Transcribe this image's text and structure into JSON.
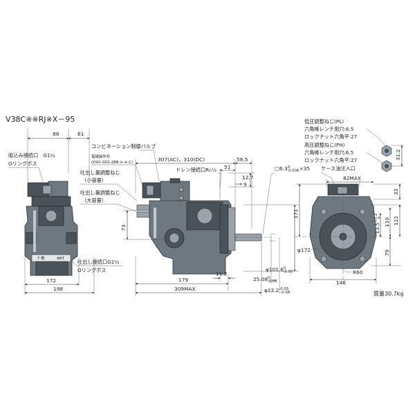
{
  "model": "V38C※※RJ※X－95",
  "weight": "質量30.7kg",
  "left_view": {
    "suction_port": "吸込み接続口　G1¼",
    "suction_oring": "Oリングボス",
    "discharge_port": "吐出し接続口G1¼",
    "discharge_oring": "Oリングボス",
    "plate_labels": [
      "T 側",
      "Φ6T"
    ],
    "dims": {
      "top_left": "88",
      "top_right": "61",
      "inner_width": "172",
      "outer_width": "198"
    }
  },
  "side_view": {
    "comp_valve": "コンビネーション制御バルブ",
    "solenoid": "電磁操作弁",
    "solenoid_model": "(KSO-G02-2BB-※-※-C)",
    "drain": "ドレン接続口Rc½",
    "flow_small_1": "吐出し量調整ねじ",
    "flow_small_2": "（小容量）",
    "flow_large_1": "吐出し量調整ねじ",
    "flow_large_2": "（大容量）",
    "dims": {
      "ac_dc": "307(AC)，310(DC)",
      "d51": "51",
      "d58_5": "58.5",
      "d12_7": "12.7",
      "d9": "9",
      "d73": "73",
      "d179": "179",
      "d11_2": "11.2",
      "d309": "309MAX"
    }
  },
  "shaft": {
    "key_prefix": "□6.3",
    "key_tol_upper": "0",
    "key_tol_lower": "-0.036",
    "key_suffix": "×35",
    "d101": "φ101.6",
    "d101_tol_upper": "0",
    "d101_tol_lower": "-0.05",
    "d25": "25.08",
    "d25_tol_upper": "0",
    "d25_tol_lower": "-0.05",
    "d22": "φ22.2",
    "d22_tol_upper": "-0.05",
    "d22_tol_lower": "-0.08"
  },
  "right_view": {
    "case_inlet": "ケース油注入口",
    "dims": {
      "d82": "82MAX",
      "d171": "171",
      "d33": "33",
      "d13_5": "13.5",
      "d13_5_tol_upper": "+0.2",
      "d13_5_tol_lower": "0",
      "d110": "110",
      "d122": "122",
      "d172": "φ172",
      "d79": "79",
      "d146": "146",
      "r60": "R60"
    }
  },
  "legend": {
    "low_1": "低圧調整ねじ(PL)",
    "low_2": "六角棒レンチ用穴:6.5",
    "low_3": "ロックナット六角平:27",
    "high_1": "高圧調整ねじ(PH)",
    "high_2": "六角棒レンチ用穴:6.5",
    "high_3": "ロックナット六角平:27",
    "dim_31_2": "31.2"
  }
}
